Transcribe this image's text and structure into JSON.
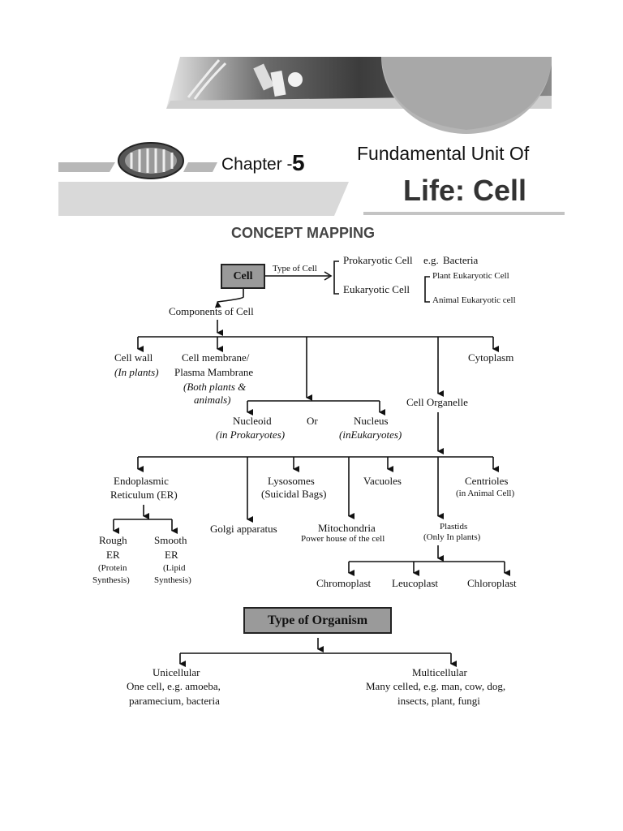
{
  "header": {
    "chapter_label": "Chapter -",
    "chapter_number": "5",
    "title_line1": "Fundamental Unit Of",
    "title_line2": "Life: Cell"
  },
  "section_title": "CONCEPT MAPPING",
  "map": {
    "cell": "Cell",
    "type_of_cell": "Type of Cell",
    "prokaryotic": "Prokaryotic Cell",
    "eg": "e.g.",
    "bacteria": "Bacteria",
    "eukaryotic": "Eukaryotic Cell",
    "plant_eukaryotic": "Plant Eukaryotic Cell",
    "animal_eukaryotic": "Animal Eukaryotic cell",
    "components": "Components of Cell",
    "cell_wall": "Cell wall",
    "in_plants": "(In plants)",
    "cell_membrane": "Cell membrane/",
    "plasma_membrane": "Plasma Mambrane",
    "both_plants": "(Both plants &",
    "animals": "animals)",
    "cytoplasm": "Cytoplasm",
    "nucleoid": "Nucleoid",
    "or": "Or",
    "nucleus": "Nucleus",
    "in_prokaryotes": "(in Prokaryotes)",
    "in_eukaryotes": "(inEukaryotes)",
    "cell_organelle": "Cell Organelle",
    "er_line1": "Endoplasmic",
    "er_line2": "Reticulum (ER)",
    "lysosomes": "Lysosomes",
    "suicidal_bags": "(Suicidal Bags)",
    "vacuoles": "Vacuoles",
    "centrioles": "Centrioles",
    "in_animal_cell": "(in Animal Cell)",
    "golgi": "Golgi apparatus",
    "mitochondria": "Mitochondria",
    "powerhouse": "Power house of the cell",
    "plastids": "Plastids",
    "only_plants": "(Only In plants)",
    "rough_line1": "Rough",
    "rough_line2": "ER",
    "protein_line1": "(Protein",
    "protein_line2": "Synthesis)",
    "smooth_line1": "Smooth",
    "smooth_line2": "ER",
    "lipid_line1": "(Lipid",
    "lipid_line2": "Synthesis)",
    "chromoplast": "Chromoplast",
    "leucoplast": "Leucoplast",
    "chloroplast": "Chloroplast",
    "type_of_organism": "Type of Organism",
    "unicellular": "Unicellular",
    "uni_desc1": "One cell, e.g. amoeba,",
    "uni_desc2": "paramecium, bacteria",
    "multicellular": "Multicellular",
    "multi_desc1": "Many celled, e.g. man, cow, dog,",
    "multi_desc2": "insects, plant, fungi"
  },
  "colors": {
    "box_fill": "#9a9a9a",
    "band": "#d9d9d9",
    "dark": "#222222"
  }
}
